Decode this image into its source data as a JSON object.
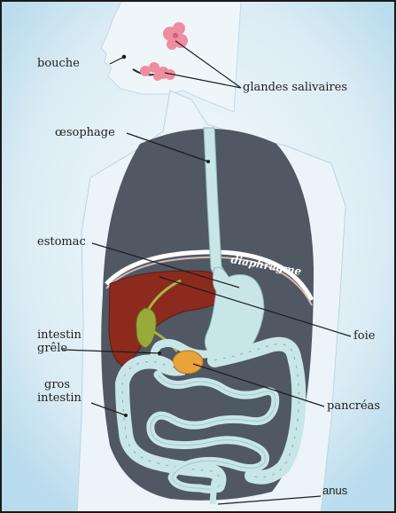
{
  "labels": {
    "bouche": "bouche",
    "glandes_salivaires": "glandes salivaires",
    "oesophage": "œsophage",
    "estomac": "estomac",
    "diaphragme": "diaphragme",
    "foie": "foie",
    "intestin_grele_line1": "intestin",
    "intestin_grele_line2": "grêle",
    "gros_intestin_line1": "gros",
    "gros_intestin_line2": "intestin",
    "pancreas": "pancréas",
    "anus": "anus"
  },
  "colors": {
    "background": "#d3e9f3",
    "body": "#ebf5fa",
    "cavity": "#4f5863",
    "digestive_tract": "#c8e6e8",
    "liver": "#8c2a1e",
    "gallbladder": "#9aaa3a",
    "pancreas": "#e8a33a",
    "salivary_glands": "#f08ca0",
    "diaphragm": "#ffffff"
  }
}
